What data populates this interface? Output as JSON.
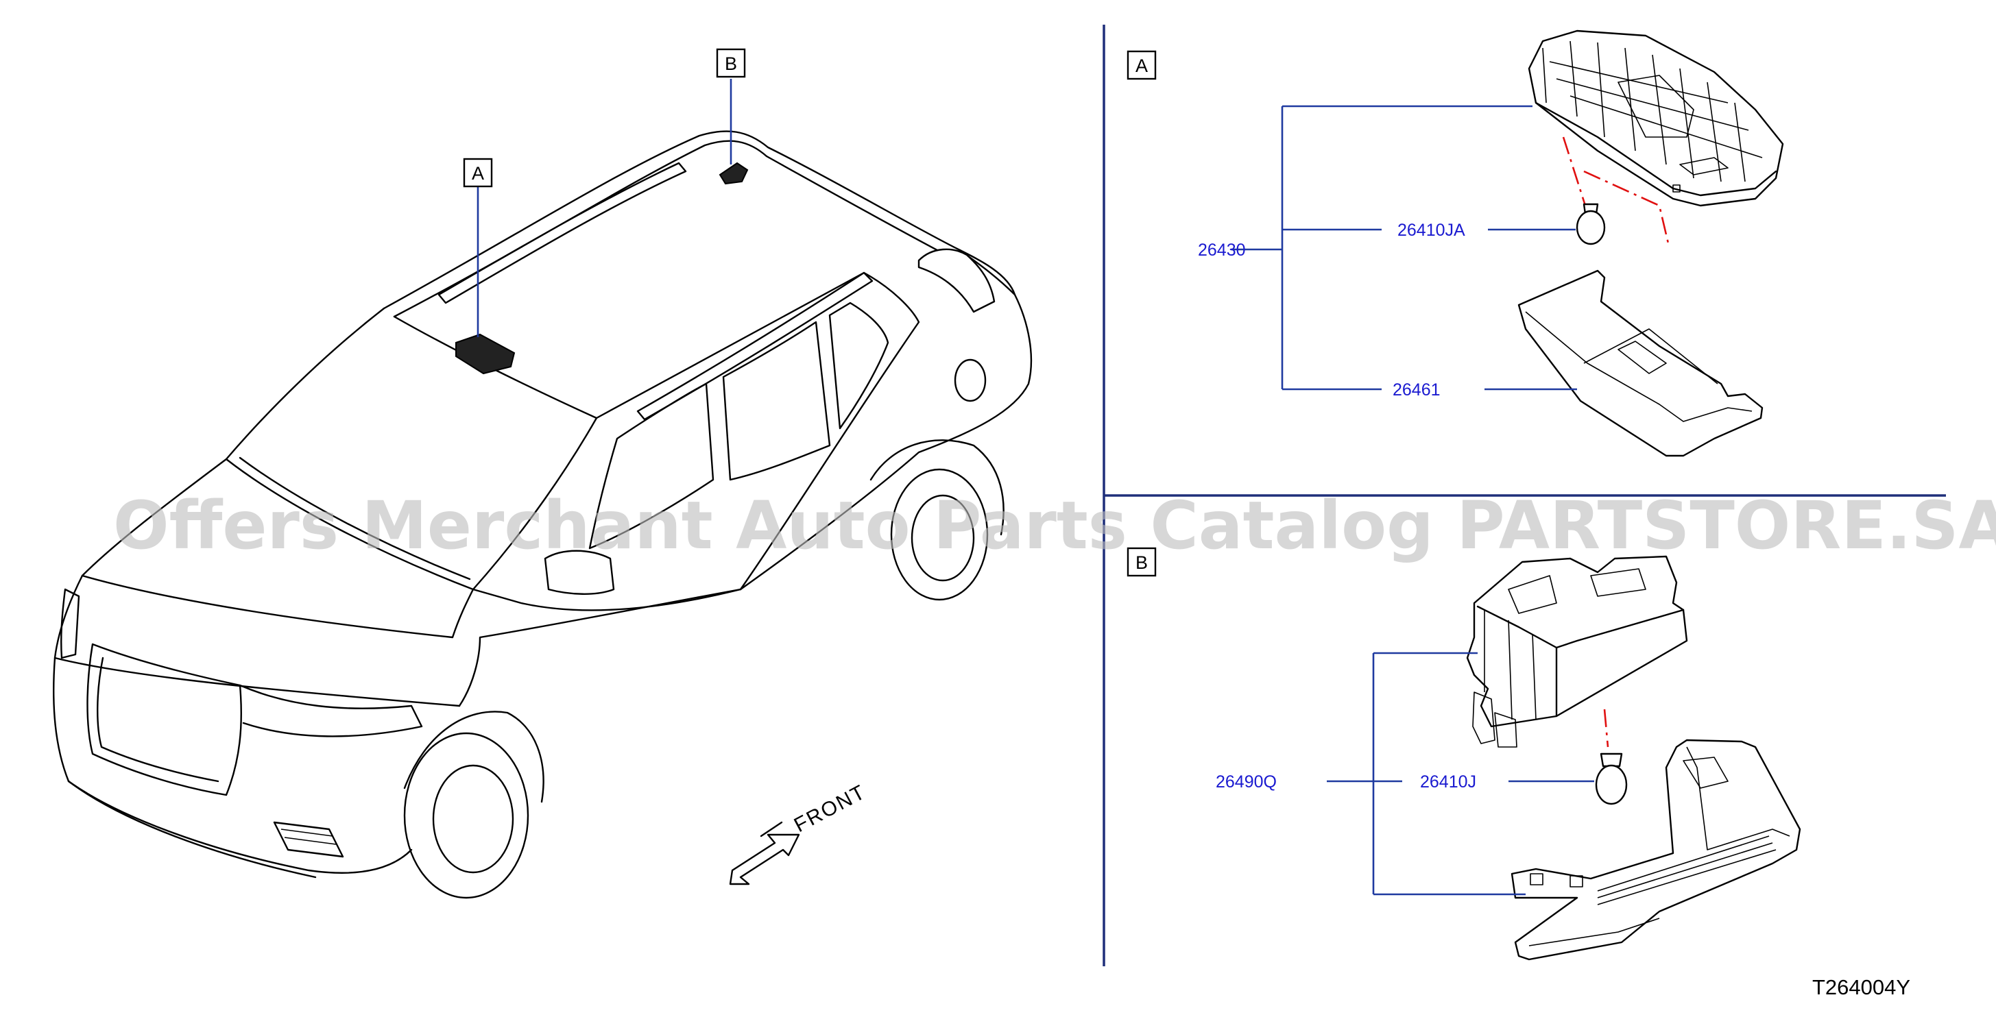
{
  "labels": {
    "car_callout_a": "A",
    "car_callout_b": "B",
    "section_a": "A",
    "section_b": "B",
    "front": "FRONT",
    "drawing_code": "T264004Y"
  },
  "parts": {
    "assembly_a": "26430",
    "bulb_a": "26410JA",
    "lens_a": "26461",
    "assembly_b": "26490Q",
    "bulb_b": "26410J"
  },
  "watermark": "Offers Merchant Auto Parts Catalog PARTSTORE.SA",
  "colors": {
    "part_number": "#1a1ad0",
    "leader": "#1f3aa0",
    "separator": "#1f2f7a",
    "alignment": "#e01010"
  }
}
